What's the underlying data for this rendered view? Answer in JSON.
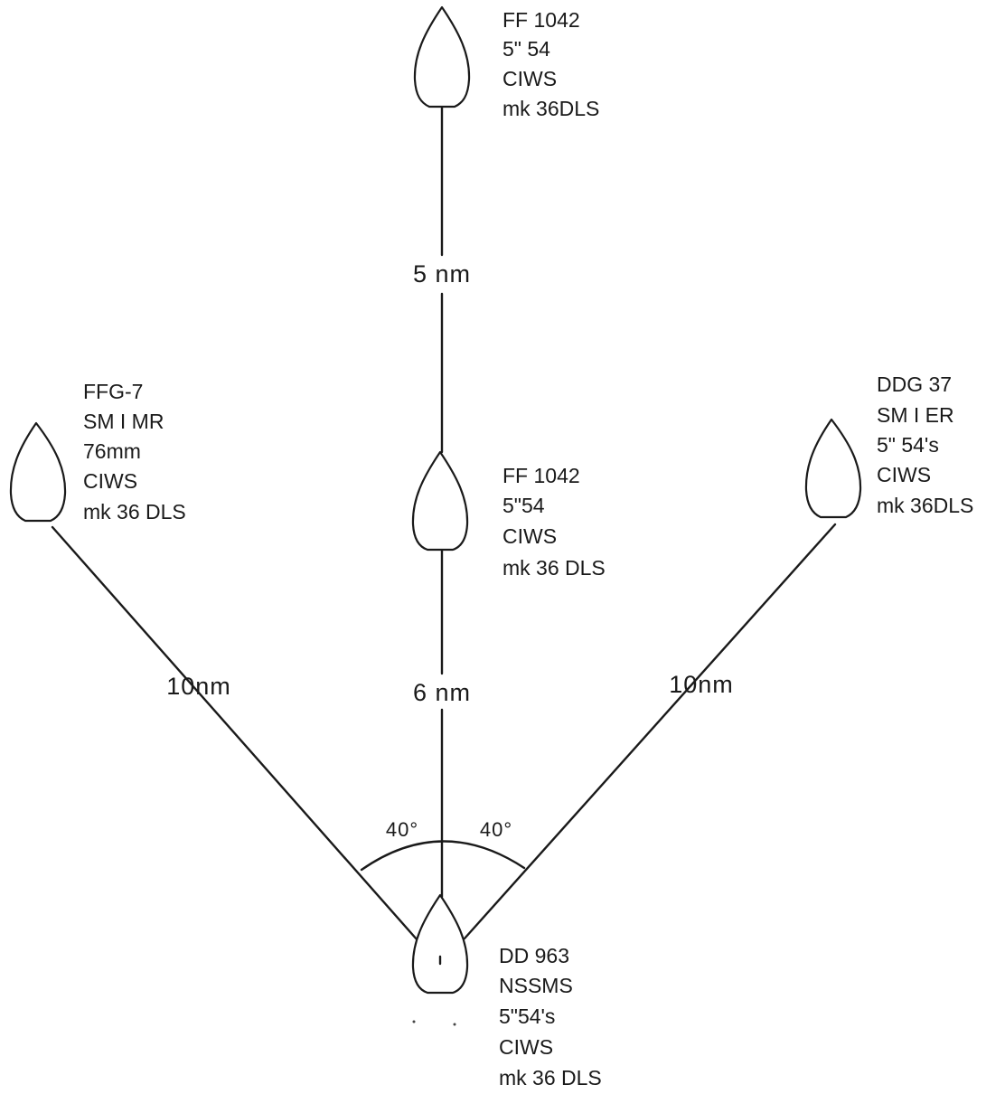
{
  "ships": {
    "lead": {
      "lines": [
        "FF  1042",
        "5\"  54",
        "CIWS",
        "mk  36DLS"
      ]
    },
    "center": {
      "lines": [
        "FF  1042",
        "5\"54",
        "CIWS",
        "mk  36  DLS"
      ]
    },
    "left": {
      "lines": [
        "FFG-7",
        "SM I MR",
        "76mm",
        "CIWS",
        "mk  36  DLS"
      ]
    },
    "right": {
      "lines": [
        "DDG 37",
        "SM I ER",
        "5\"  54's",
        "CIWS",
        "mk  36DLS"
      ]
    },
    "base": {
      "lines": [
        "DD  963",
        "NSSMS",
        "5\"54's",
        "CIWS",
        "mk  36  DLS"
      ]
    }
  },
  "distances": {
    "lead_to_center": "5  nm",
    "base_to_center": "6  nm",
    "base_to_left": "10nm",
    "base_to_right": "10nm"
  },
  "angles": {
    "left": "40°",
    "right": "40°"
  }
}
